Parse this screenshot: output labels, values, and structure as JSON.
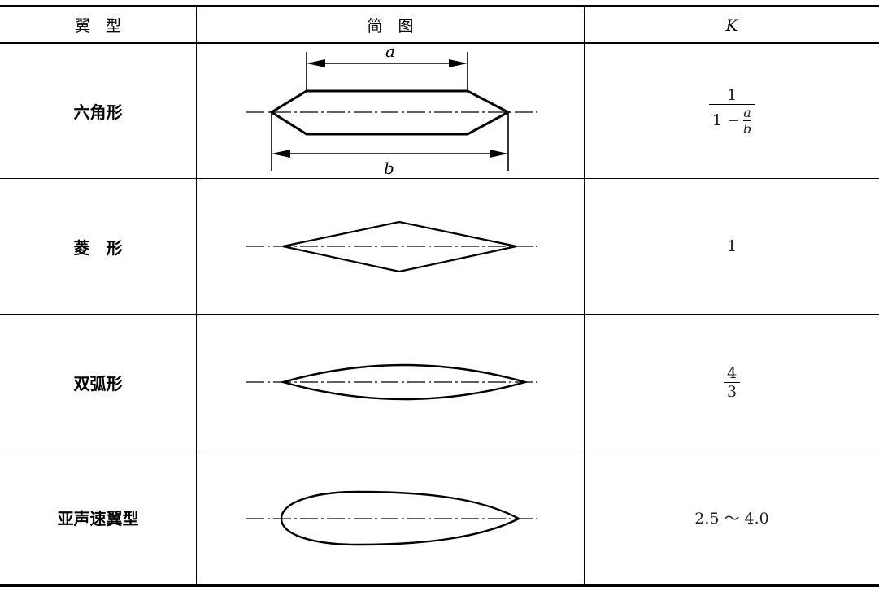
{
  "header": {
    "col1": "翼　型",
    "col2": "简　图",
    "col3": "K"
  },
  "rows": [
    {
      "name": "六角形",
      "k": {
        "numerator": "1",
        "denominator_prefix": "1 −",
        "inner_numerator": "a",
        "inner_denominator": "b"
      },
      "dim_a": "a",
      "dim_b": "b"
    },
    {
      "name": "菱　形",
      "k": "1"
    },
    {
      "name": "双弧形",
      "k": {
        "numerator": "4",
        "denominator": "3"
      }
    },
    {
      "name": "亚声速翼型",
      "k": "2.5 ～ 4.0"
    }
  ]
}
